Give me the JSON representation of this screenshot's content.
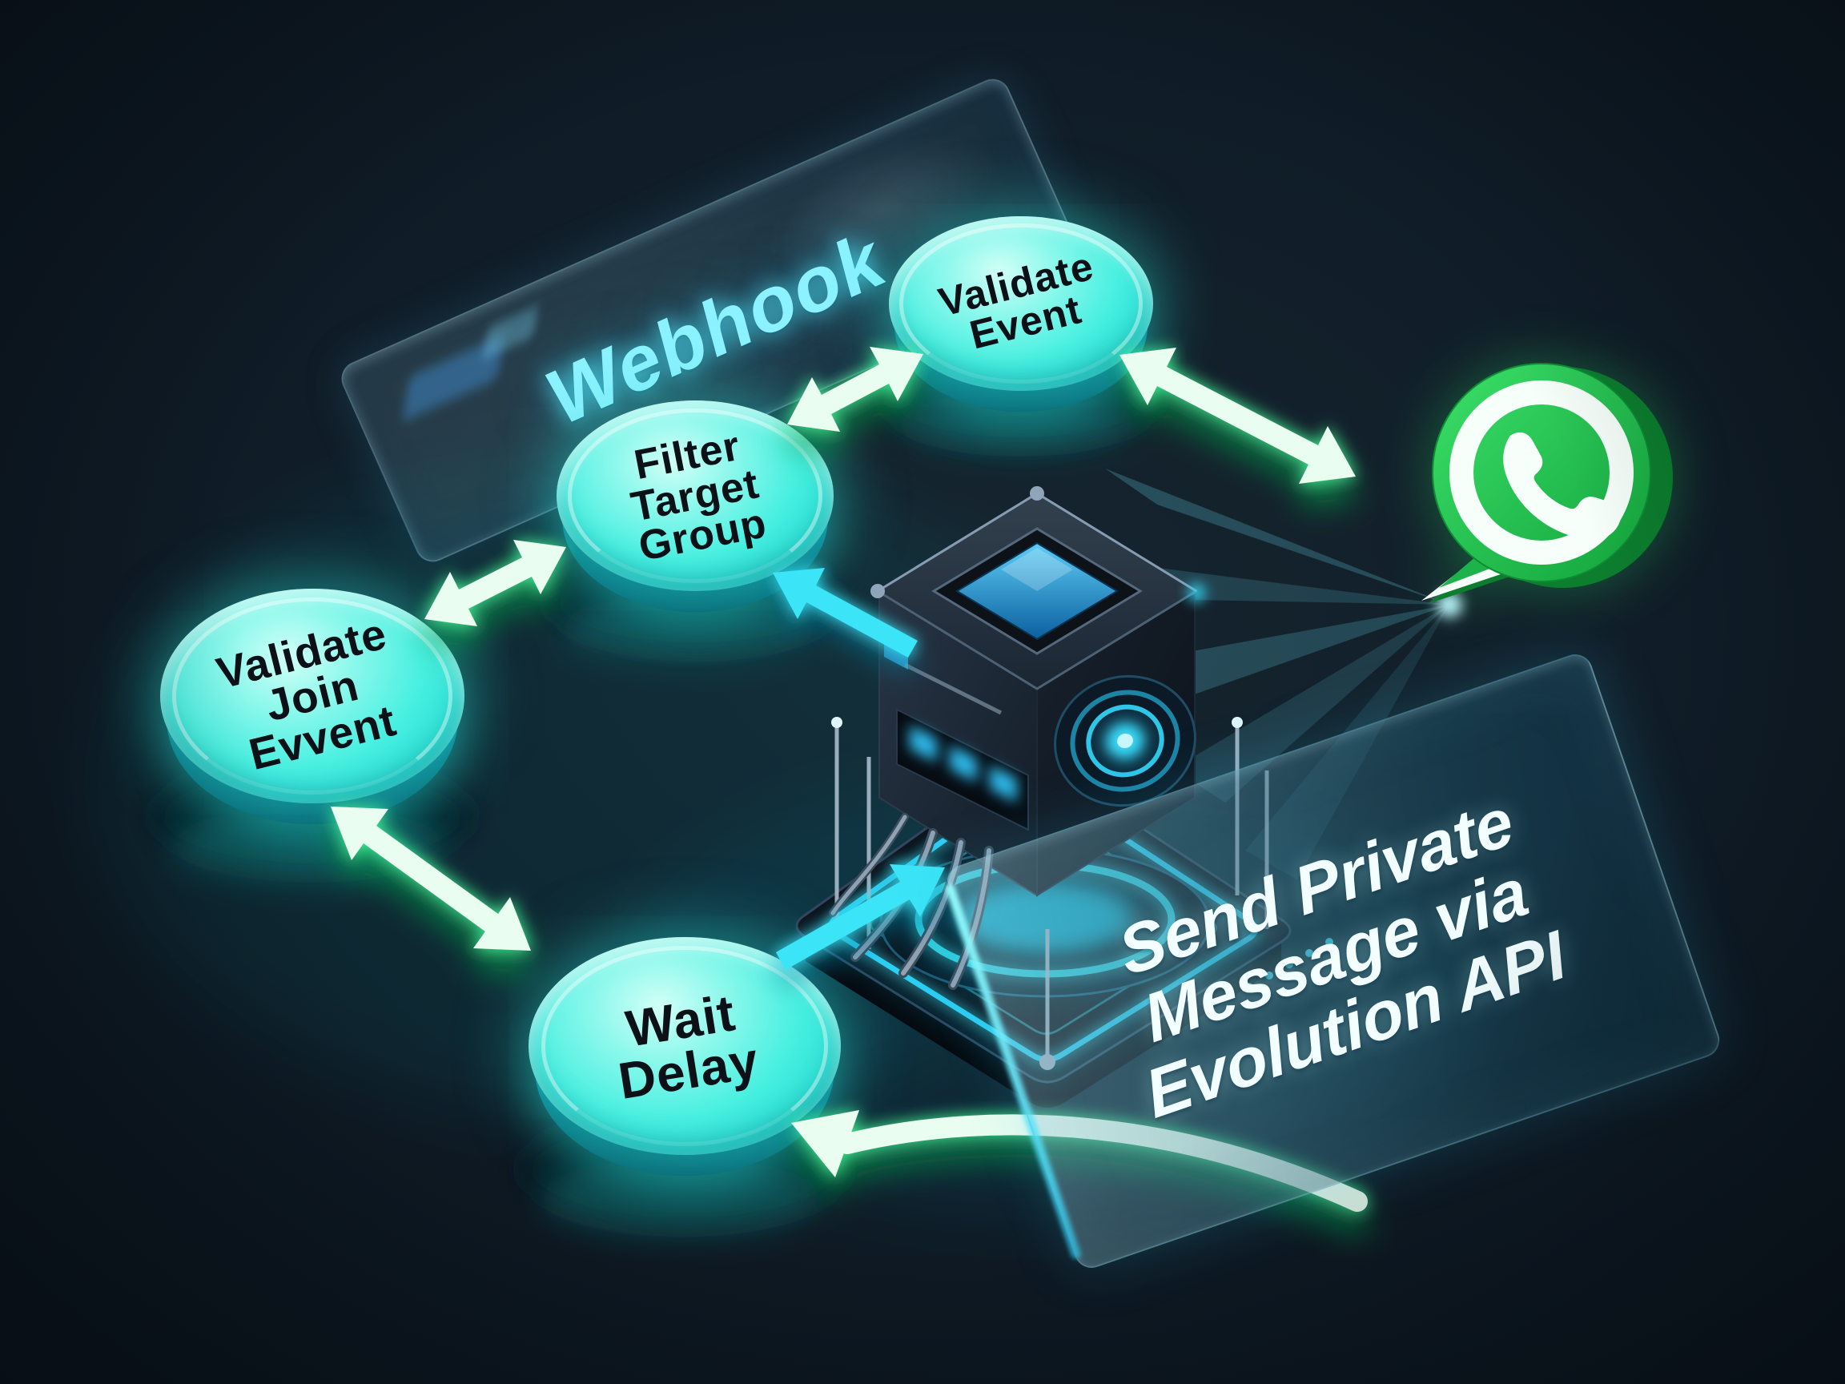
{
  "panels": {
    "webhook": {
      "label": "Webhook"
    },
    "send_api": {
      "line1": "Send Private",
      "line2": "Message via",
      "line3": "Evolution API"
    }
  },
  "nodes": {
    "validate_event": {
      "line1": "Validate",
      "line2": "Event"
    },
    "filter_target_group": {
      "line1": "Filter",
      "line2": "Target",
      "line3": "Group"
    },
    "validate_join_event": {
      "line1": "Validate",
      "line2": "Join",
      "line3": "Evvent"
    },
    "wait_delay": {
      "line1": "Wait",
      "line2": "Delay"
    }
  },
  "icons": {
    "whatsapp": "whatsapp-logo"
  },
  "colors": {
    "background": "#101d28",
    "disc": "#46efe0",
    "disc_text": "#0b1116",
    "arrow_green": "#e9fdf0",
    "arrow_green_glow": "#2fe08a",
    "arrow_cyan": "#3ae4f6",
    "panel_text_cyan": "#8df2ff",
    "panel_text_white": "#f2feff",
    "whatsapp_green": "#25d366",
    "device_neon": "#2fd9ff"
  }
}
